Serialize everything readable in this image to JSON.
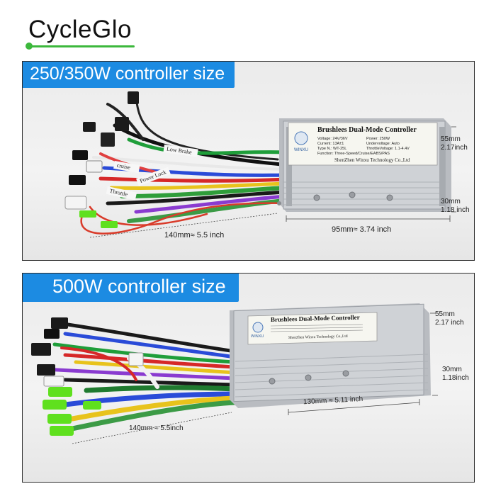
{
  "brand": {
    "name": "CycleGlo",
    "accent": "#3cb83c"
  },
  "panels": [
    {
      "title": "250/350W controller size",
      "controller": {
        "label": "Brushlees Dual-Mode Controller",
        "brand": "WINXU",
        "specs_left": [
          "Voltage: 24V/36V",
          "Current: 13A±1",
          "Type N.: WT-25L"
        ],
        "specs_right": [
          "Power: 250W",
          "Undervoltage: Auto",
          "ThrottleVoltage: 1.1-4.4V"
        ],
        "function": "Function: Three-Speed/Cruise/EABS/PAS",
        "maker": "ShenZhen Winxu Technology Co.,Ltd"
      },
      "wire_labels": [
        "Low Brake",
        "cruise",
        "Throttle",
        "Power Lock"
      ],
      "dims": {
        "height": "55mm",
        "height_in": "2.17inch",
        "depth": "30mm",
        "depth_in": "1.18 inch",
        "length": "95mm≈ 3.74 inch",
        "wire": "140mm≈ 5.5 inch"
      }
    },
    {
      "title": "500W controller size",
      "controller": {
        "label": "Brushlees Dual-Mode Controller",
        "brand": "WINXU",
        "maker": "ShenZhen Winxu Technology Co.,Ltd"
      },
      "dims": {
        "height": "55mm",
        "height_in": "2.17 inch",
        "depth": "30mm",
        "depth_in": "1.18inch",
        "length": "130mm ≈ 5.11 inch",
        "wire": "140mm ≈ 5.5inch"
      }
    }
  ],
  "colors": {
    "tag": "#1c8be2",
    "housing": "#c9ccd0",
    "label_bg": "#f6f6f0",
    "connector_green": "#5fe01e"
  }
}
